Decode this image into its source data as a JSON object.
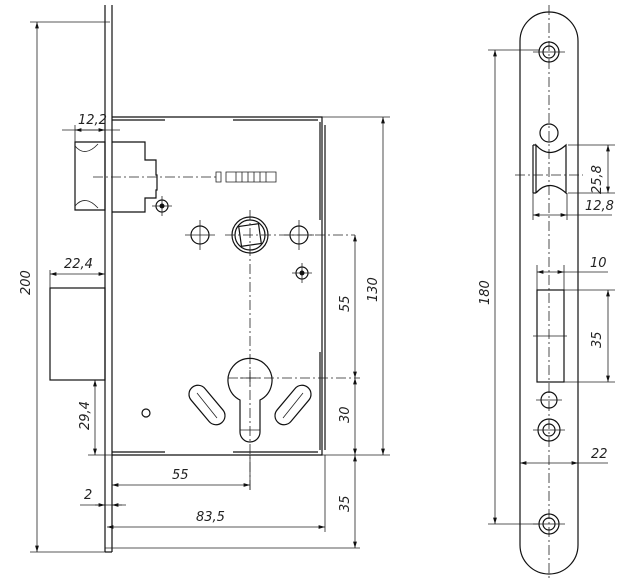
{
  "drawing": {
    "title": "Mortise lock and strike plate dimensions",
    "lock_view": {
      "dims": {
        "overall_height": "200",
        "latch_projection": "12,2",
        "bolt_projection": "22,4",
        "bolt_from_bottom": "29,4",
        "backset": "55",
        "faceplate_thickness": "2",
        "body_depth": "83,5",
        "body_height": "130",
        "center_distance": "55",
        "cylinder_to_bottom": "30",
        "bottom_offset": "35"
      }
    },
    "strike_view": {
      "dims": {
        "overall_height": "180",
        "latch_opening_height": "25,8",
        "latch_opening_width": "12,8",
        "bolt_opening_width": "10",
        "bolt_opening_height": "35",
        "plate_width": "22"
      }
    }
  }
}
